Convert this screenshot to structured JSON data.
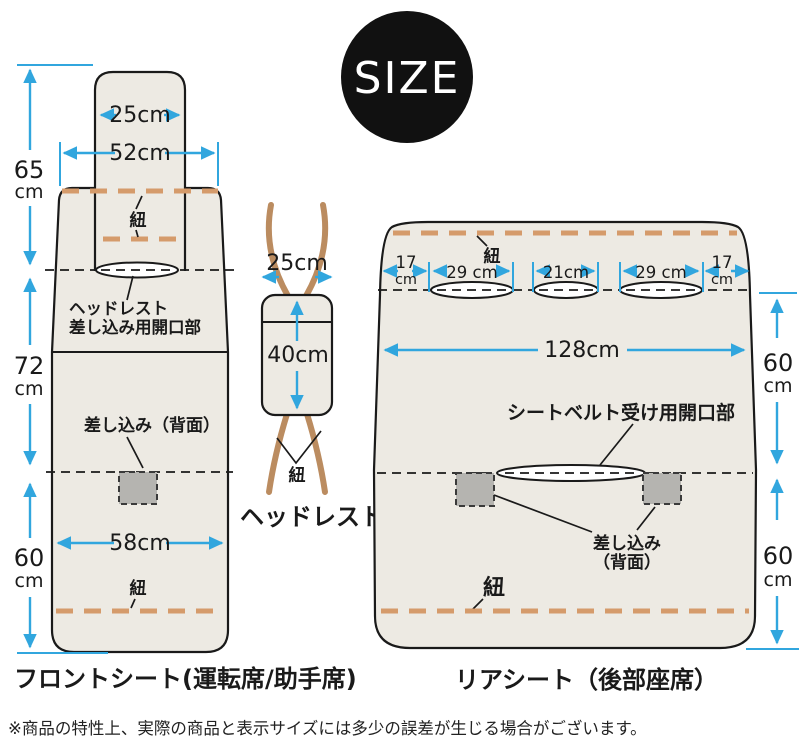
{
  "badge": {
    "label": "SIZE"
  },
  "colors": {
    "blue_arrow": "#31a6de",
    "orange_tie": "#d59b6b",
    "seat_fill": "#edeae3",
    "outline": "#1a1a1a",
    "string_brown": "#bb8c60",
    "insert_gray": "#b5b4b0",
    "badge_bg": "#111111"
  },
  "front": {
    "caption": "フロントシート(運転席/助手席)",
    "headrest_width": "25cm",
    "top_width": "52cm",
    "h1": "65",
    "h1u": "cm",
    "h2": "72",
    "h2u": "cm",
    "h3": "60",
    "h3u": "cm",
    "seat_width": "58cm",
    "tie_top": "紐",
    "tie_bottom": "紐",
    "opening1": "ヘッドレスト",
    "opening2": "差し込み用開口部",
    "insert": "差し込み（背面）"
  },
  "headrest": {
    "caption": "ヘッドレスト",
    "width": "25cm",
    "height": "40cm",
    "tie": "紐"
  },
  "rear": {
    "caption": "リアシート（後部座席）",
    "edge_l": "17",
    "edge_lu": "cm",
    "span1": "29 cm",
    "span2": "21cm",
    "span3": "29 cm",
    "edge_r": "17",
    "edge_ru": "cm",
    "total_width": "128cm",
    "h_top": "60",
    "h_topu": "cm",
    "h_bottom": "60",
    "h_bottomu": "cm",
    "tie_top": "紐",
    "belt_opening": "シートベルト受け用開口部",
    "insert1": "差し込み",
    "insert2": "（背面）",
    "tie_bottom": "紐"
  },
  "footnote": "※商品の特性上、実際の商品と表示サイズには多少の誤差が生じる場合がございます。"
}
